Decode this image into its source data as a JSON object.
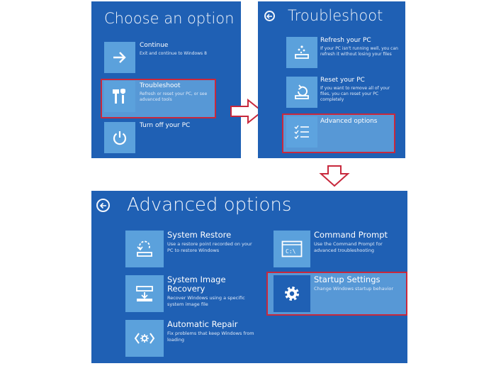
{
  "choose_panel": {
    "title": "Choose an option",
    "items": [
      {
        "title": "Continue",
        "desc": "Exit and continue to Windows 8",
        "icon": "arrow-right-icon"
      },
      {
        "title": "Troubleshoot",
        "desc": "Refresh or reset your PC, or see advanced tools",
        "icon": "tools-icon"
      },
      {
        "title": "Turn off your PC",
        "desc": "",
        "icon": "power-icon"
      }
    ]
  },
  "troubleshoot_panel": {
    "title": "Troubleshoot",
    "items": [
      {
        "title": "Refresh your PC",
        "desc": "If your PC isn't running well, you can refresh it without losing your files",
        "icon": "refresh-pc-icon"
      },
      {
        "title": "Reset your PC",
        "desc": "If you want to remove all of your files, you can reset your PC completely",
        "icon": "reset-pc-icon"
      },
      {
        "title": "Advanced options",
        "desc": "",
        "icon": "checklist-icon"
      }
    ]
  },
  "advanced_panel": {
    "title": "Advanced options",
    "items": [
      {
        "title": "System Restore",
        "desc": "Use a restore point recorded on your PC to restore Windows",
        "icon": "system-restore-icon"
      },
      {
        "title": "System Image Recovery",
        "title_line1": "System Image",
        "title_line2": "Recovery",
        "desc": "Recover Windows using a specific system image file",
        "icon": "system-image-icon"
      },
      {
        "title": "Automatic Repair",
        "desc": "Fix problems that keep Windows from loading",
        "icon": "automatic-repair-icon"
      },
      {
        "title": "Command Prompt",
        "desc": "Use the Command Prompt for advanced troubleshooting",
        "icon": "command-prompt-icon",
        "icon_text": "C:\\"
      },
      {
        "title": "Startup Settings",
        "desc": "Change Windows startup behavior",
        "icon": "gear-icon"
      }
    ]
  },
  "colors": {
    "panel_bg": "#1f60b4",
    "tile_bg": "#5ba1dc",
    "highlight": "#c8283c",
    "selected_bg": "#5798d6"
  }
}
